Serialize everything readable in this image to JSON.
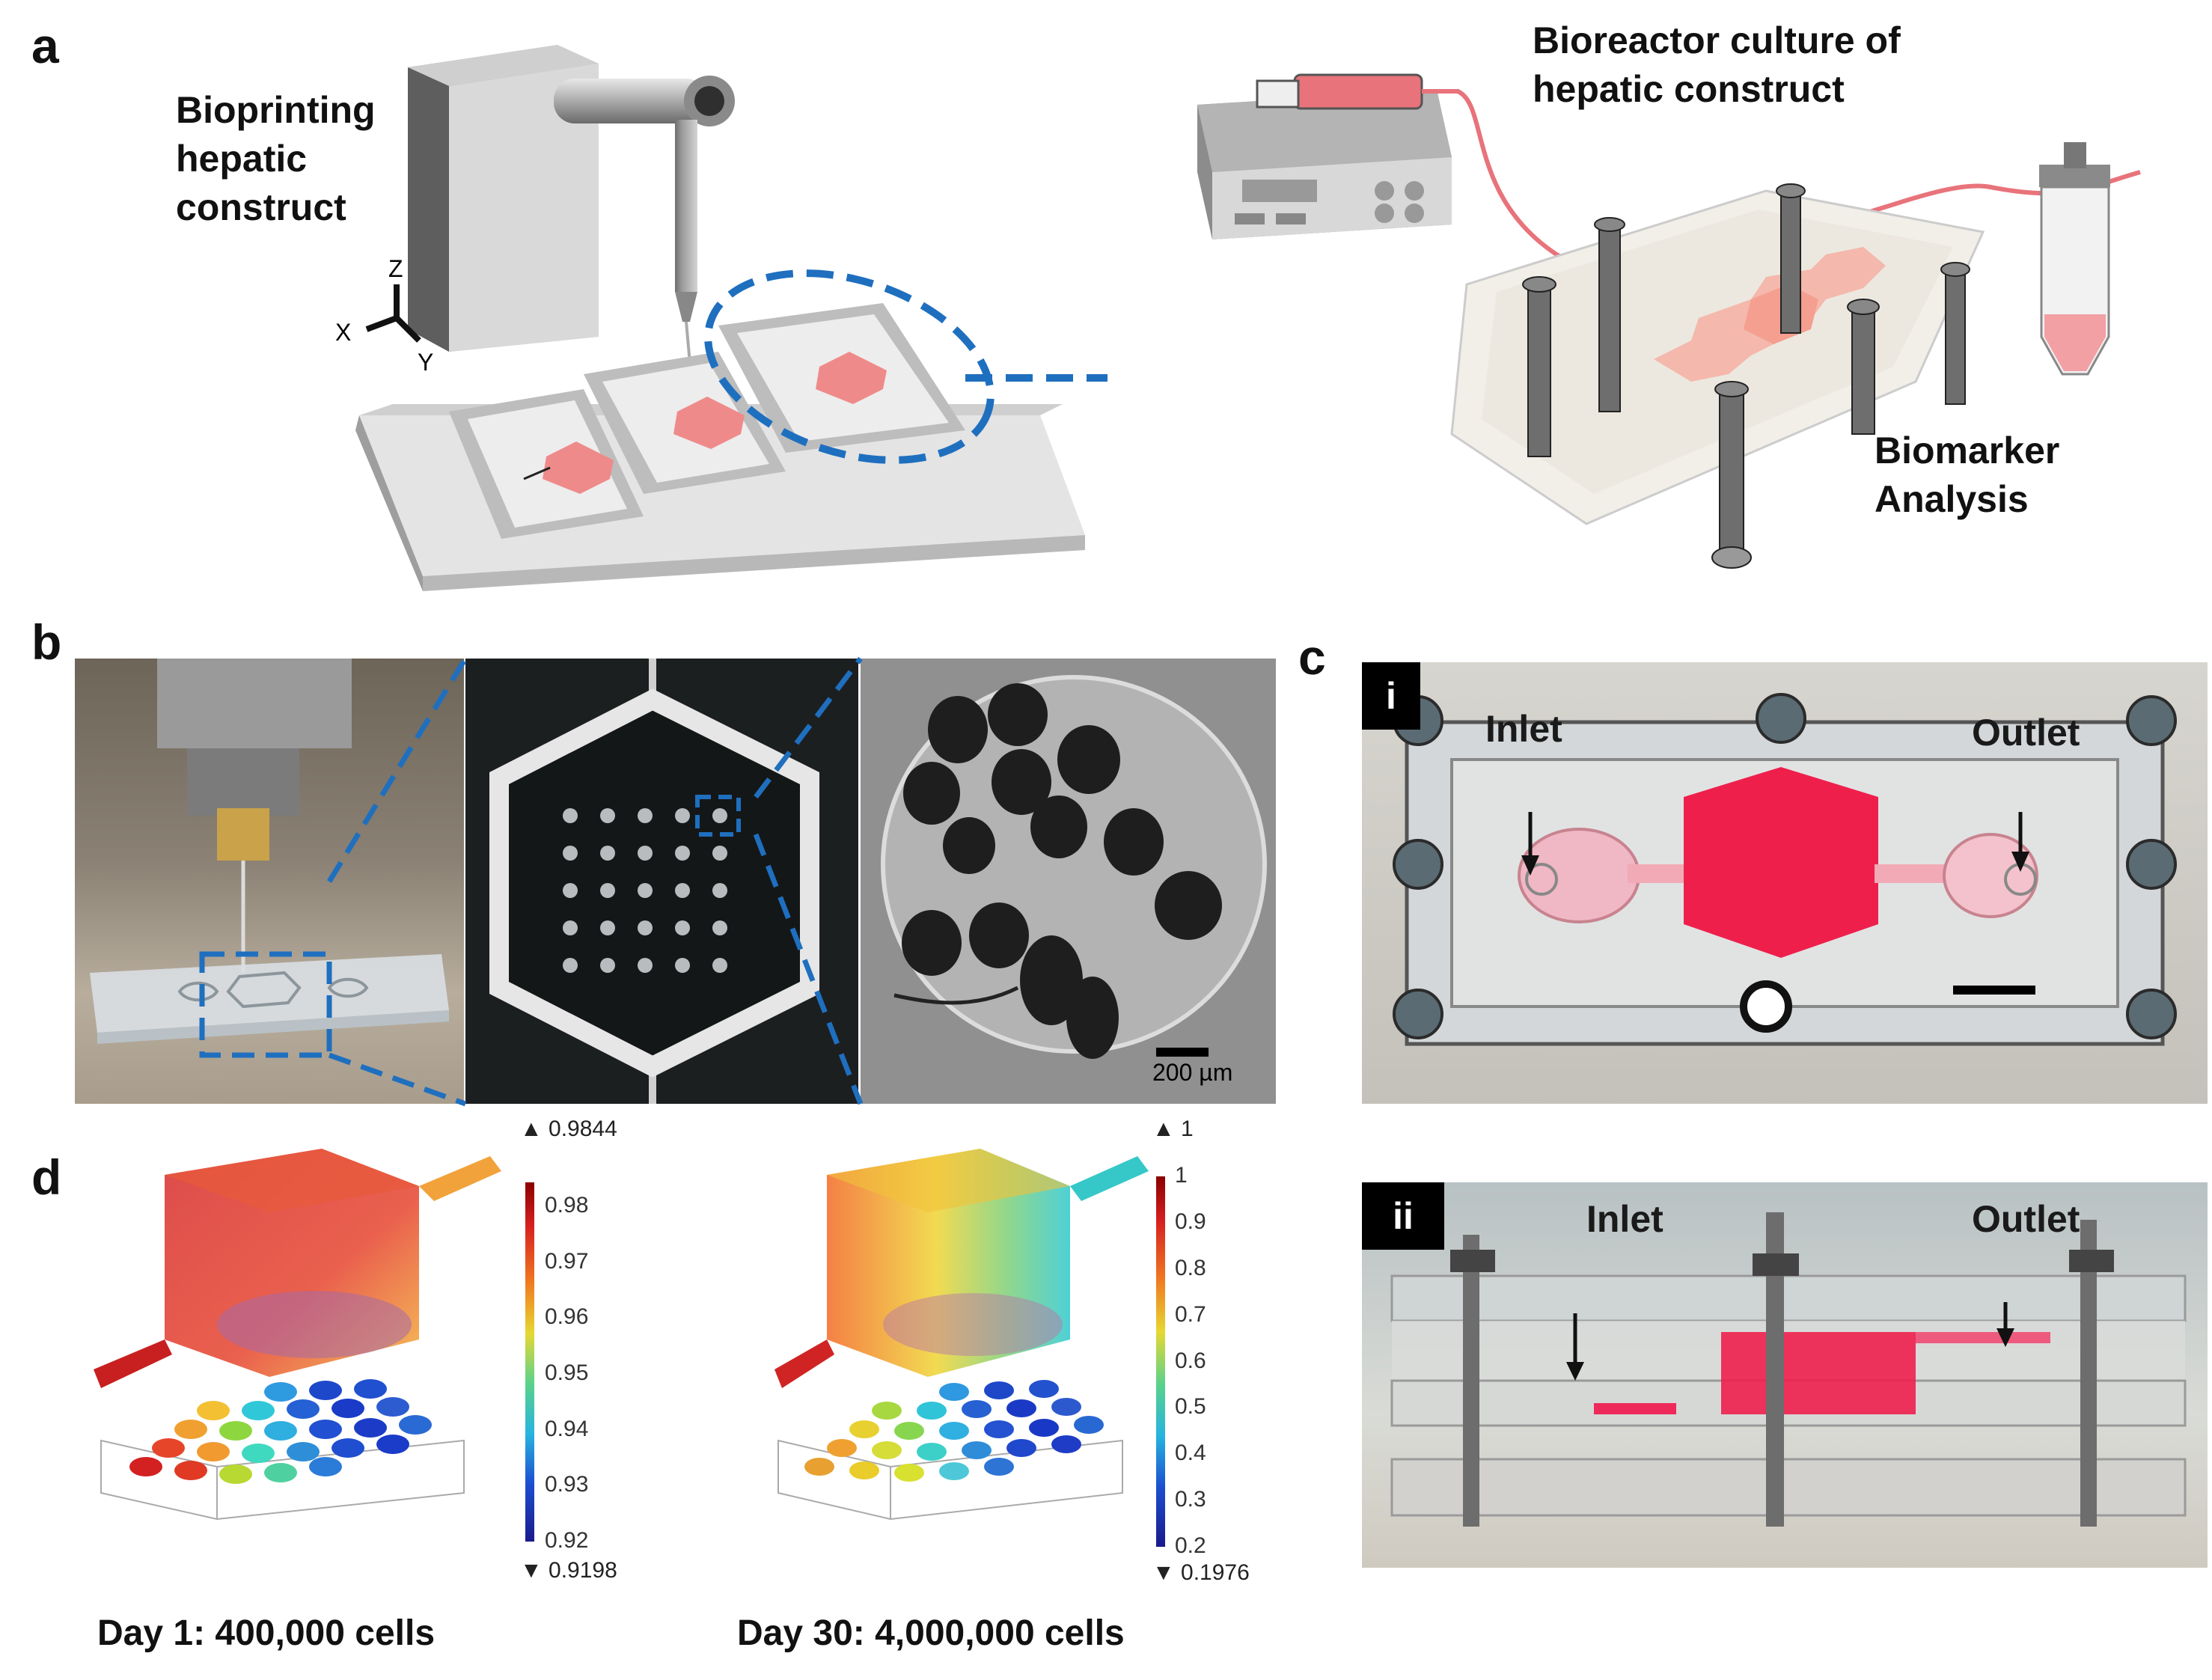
{
  "panels": {
    "a": {
      "letter": "a",
      "bioprinting_label": "Bioprinting\nhepatic\nconstruct",
      "bioreactor_label": "Bioreactor culture of\nhepatic construct",
      "biomarker_label": "Biomarker\nAnalysis",
      "axes": {
        "x": "X",
        "y": "Y",
        "z": "Z"
      }
    },
    "b": {
      "letter": "b",
      "scale_bar": "200 µm"
    },
    "c": {
      "letter": "c",
      "sub_i": {
        "tag": "i",
        "inlet": "Inlet",
        "outlet": "Outlet"
      },
      "sub_ii": {
        "tag": "ii",
        "inlet": "Inlet",
        "outlet": "Outlet"
      }
    },
    "d": {
      "letter": "d",
      "left": {
        "caption": "Day 1: 400,000 cells",
        "colorbar_max": "▲ 0.9844",
        "colorbar_min": "▼ 0.9198",
        "ticks": [
          "0.98",
          "0.97",
          "0.96",
          "0.95",
          "0.94",
          "0.93",
          "0.92"
        ]
      },
      "right": {
        "caption": "Day 30: 4,000,000 cells",
        "colorbar_max": "▲ 1",
        "colorbar_min": "▼ 0.1976",
        "ticks": [
          "1",
          "0.9",
          "0.8",
          "0.7",
          "0.6",
          "0.5",
          "0.4",
          "0.3",
          "0.2"
        ]
      }
    }
  },
  "colors": {
    "accent_blue": "#1f6fbf",
    "tube_pink": "#e8737a",
    "medium_red": "#e8264d"
  }
}
